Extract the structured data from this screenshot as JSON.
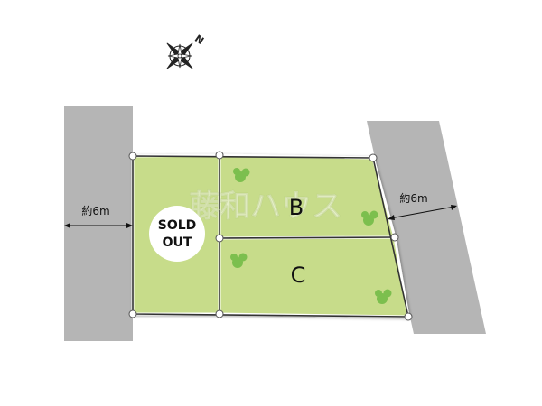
{
  "compass": {
    "north_label": "N"
  },
  "roads": {
    "left": {
      "width_label": "約6m"
    },
    "right": {
      "width_label": "約6m"
    }
  },
  "lots": [
    {
      "id": "A",
      "status_line1": "SOLD",
      "status_line2": "OUT",
      "color": "#c7dc8a"
    },
    {
      "id": "B",
      "label": "B",
      "color": "#c7dc8a"
    },
    {
      "id": "C",
      "label": "C",
      "color": "#c7dc8a"
    }
  ],
  "watermark": "藤和ハウス",
  "colors": {
    "road": "#b5b5b5",
    "lot_fill": "#c7dc8a",
    "lot_border": "#ffffff",
    "shrub": "#7cbf4e"
  }
}
